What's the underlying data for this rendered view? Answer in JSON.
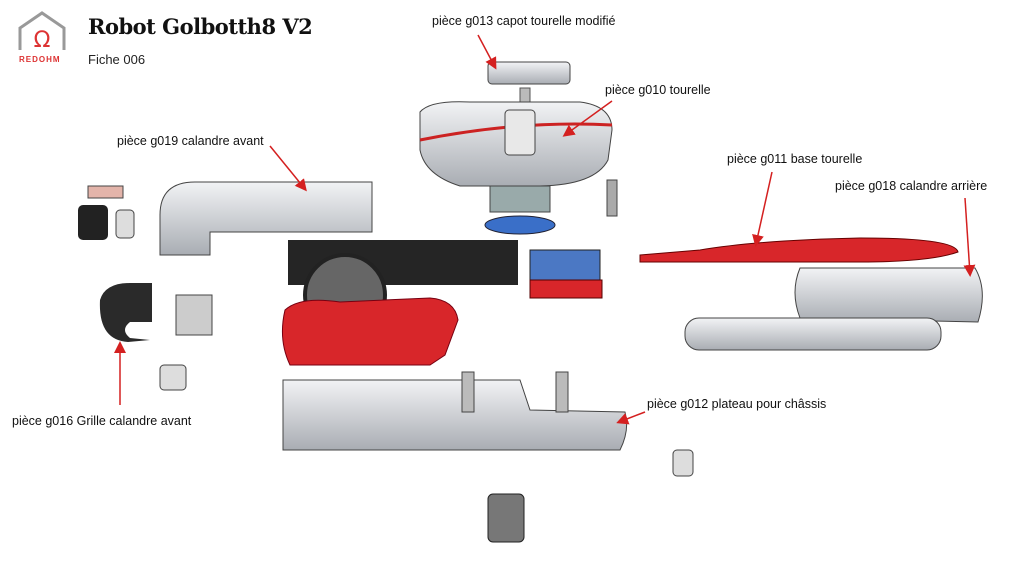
{
  "header": {
    "title": "Robot Golbotth8 V2",
    "subtitle": "Fiche 006",
    "logo_text": "REDOHM"
  },
  "labels": [
    {
      "id": "g013",
      "text": "pièce g013 capot tourelle modifié"
    },
    {
      "id": "g010",
      "text": "pièce g010 tourelle"
    },
    {
      "id": "g019",
      "text": "pièce g019 calandre avant"
    },
    {
      "id": "g011",
      "text": "pièce g011 base tourelle"
    },
    {
      "id": "g018",
      "text": "pièce g018 calandre arrière"
    },
    {
      "id": "g016",
      "text": "pièce g016 Grille calandre avant"
    },
    {
      "id": "g012",
      "text": "pièce g012 plateau pour châssis"
    }
  ],
  "colors": {
    "accent": "#d42020",
    "part_gray": "#cfd2d6",
    "part_dark": "#2a2a2a",
    "part_red": "#d8262a"
  }
}
